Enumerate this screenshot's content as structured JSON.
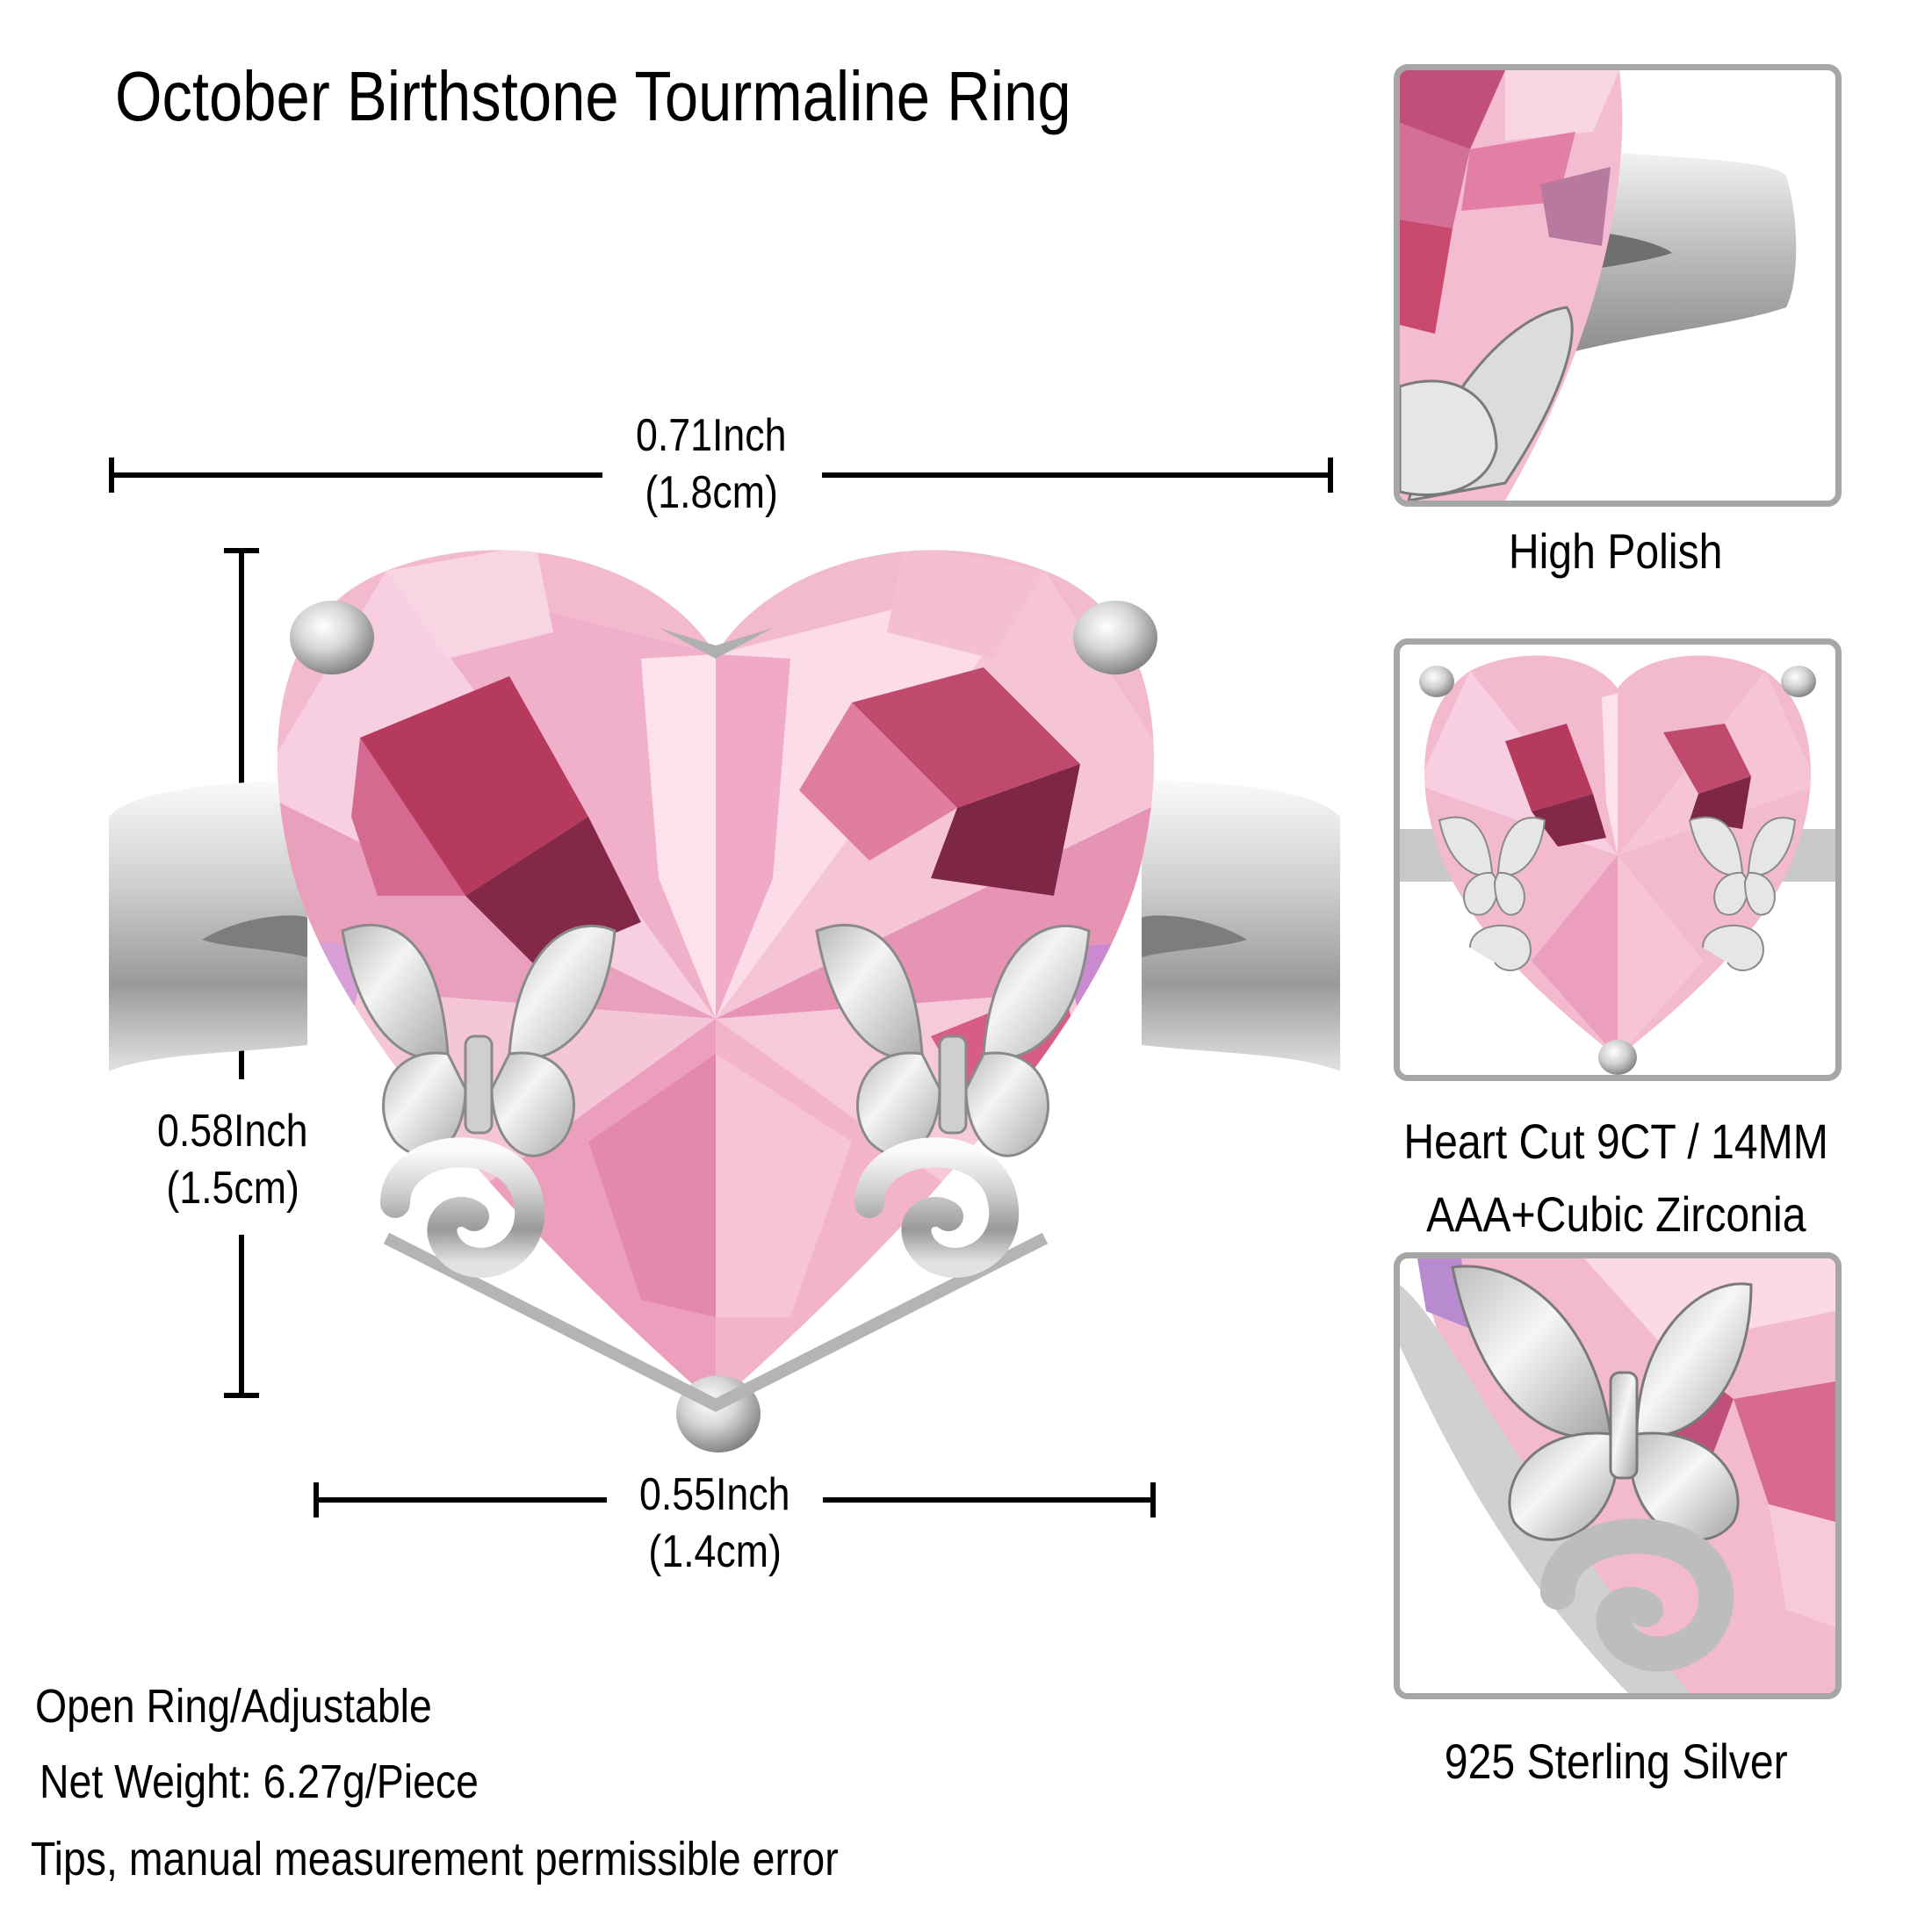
{
  "title": "October Birthstone Tourmaline Ring",
  "dimensions": {
    "width": {
      "inch": "0.71Inch",
      "cm": "(1.8cm)"
    },
    "height": {
      "inch": "0.58Inch",
      "cm": "(1.5cm)"
    },
    "bottom_width": {
      "inch": "0.55Inch",
      "cm": "(1.4cm)"
    }
  },
  "thumbnails": [
    {
      "caption_lines": [
        "High Polish"
      ],
      "view": "band-closeup"
    },
    {
      "caption_lines": [
        "Heart Cut 9CT / 14MM",
        "AAA+Cubic Zirconia"
      ],
      "view": "front-view"
    },
    {
      "caption_lines": [
        "925 Sterling Silver"
      ],
      "view": "butterfly-closeup"
    }
  ],
  "notes": [
    "Open Ring/Adjustable",
    "Net Weight: 6.27g/Piece",
    "Tips, manual measurement permissible error"
  ],
  "colors": {
    "stone_light": "#f6c2d6",
    "stone_mid": "#e88fb0",
    "stone_deep": "#b83a5e",
    "stone_dark": "#84284a",
    "stone_highlight": "#fde2ec",
    "stone_lavender": "#c98ad0",
    "silver_light": "#f2f2f2",
    "silver_mid": "#c4c4c4",
    "silver_dark": "#8c8c8c",
    "frame_border": "#a6a6a6",
    "text": "#000000"
  }
}
